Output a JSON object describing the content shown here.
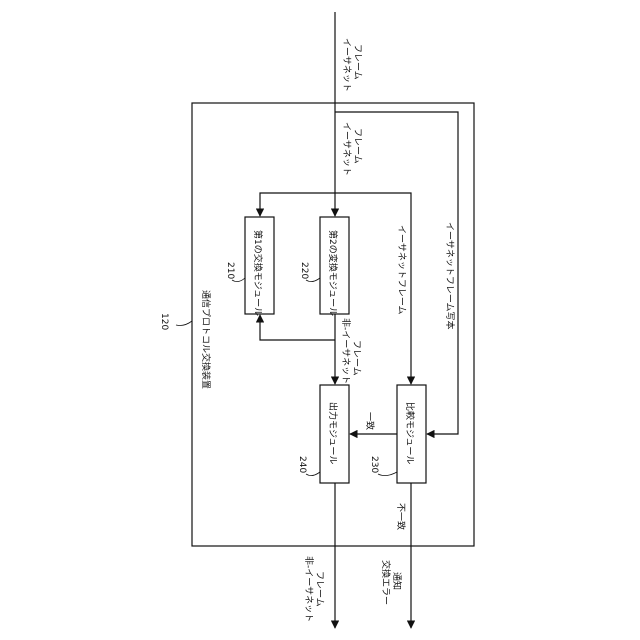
{
  "outer_box": {
    "ref": "120",
    "title": "通信プロトコル交換装置"
  },
  "modules": {
    "first_conversion": {
      "ref": "210",
      "label": "第1の交換モジュール"
    },
    "second_conversion": {
      "ref": "220",
      "label": "第2の変換モジュール"
    },
    "output": {
      "ref": "240",
      "label": "出力モジュール"
    },
    "comparison": {
      "ref": "230",
      "label": "比較モジュール"
    }
  },
  "signals": {
    "ethernet_frame_in_top": [
      "イーサネット",
      "フレーム"
    ],
    "ethernet_frame_inside": [
      "イーサネット",
      "フレーム"
    ],
    "non_ethernet_frame_mid": [
      "非-イーサネット",
      "フレーム"
    ],
    "ethernet_frame_to_compare": "イーサネットフレーム",
    "ethernet_frame_copy": "イーサネットフレーム写本",
    "match": "一致",
    "mismatch": "不一致",
    "non_ethernet_frame_out": [
      "非-イーサネット",
      "フレーム"
    ],
    "conversion_error_notice": [
      "交換エラー",
      "通知"
    ]
  },
  "colors": {
    "line": "#111111",
    "background": "#ffffff"
  }
}
